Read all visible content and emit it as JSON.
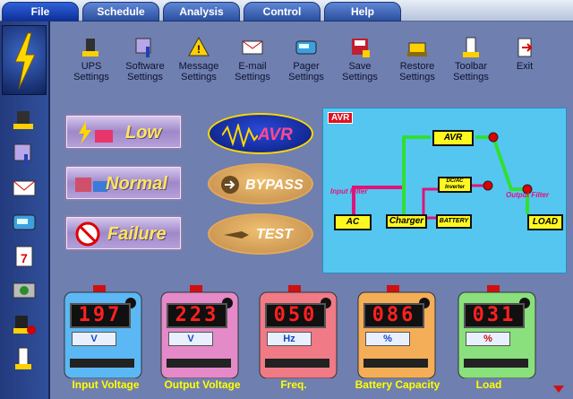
{
  "menu": {
    "tabs": [
      {
        "label": "File"
      },
      {
        "label": "Schedule"
      },
      {
        "label": "Analysis"
      },
      {
        "label": "Control"
      },
      {
        "label": "Help"
      }
    ]
  },
  "toolbar": {
    "items": [
      {
        "line1": "UPS",
        "line2": "Settings",
        "icon": "ups-settings-icon"
      },
      {
        "line1": "Software",
        "line2": "Settings",
        "icon": "software-settings-icon"
      },
      {
        "line1": "Message",
        "line2": "Settings",
        "icon": "message-settings-icon"
      },
      {
        "line1": "E-mail",
        "line2": "Settings",
        "icon": "email-settings-icon"
      },
      {
        "line1": "Pager",
        "line2": "Settings",
        "icon": "pager-settings-icon"
      },
      {
        "line1": "Save",
        "line2": "Settings",
        "icon": "save-settings-icon"
      },
      {
        "line1": "Restore",
        "line2": "Settings",
        "icon": "restore-settings-icon"
      },
      {
        "line1": "Toolbar",
        "line2": "Settings",
        "icon": "toolbar-settings-icon"
      },
      {
        "line1": "Exit",
        "line2": "",
        "icon": "exit-icon"
      }
    ]
  },
  "modes": {
    "low": "Low",
    "normal": "Normal",
    "failure": "Failure",
    "avr": "AVR",
    "bypass": "BYPASS",
    "test": "TEST"
  },
  "diagram": {
    "tag": "AVR",
    "avr": "AVR",
    "dcac": "DC/AC Inverter",
    "ac": "AC",
    "charger": "Charger",
    "battery": "BATTERY",
    "load": "LOAD",
    "input_filter": "Input Filter",
    "output_filter": "Output Filter"
  },
  "gauges": [
    {
      "value": "197",
      "unit": "V",
      "label": "Input Voltage",
      "color": "#5cb8f4"
    },
    {
      "value": "223",
      "unit": "V",
      "label": "Output Voltage",
      "color": "#e48ac8"
    },
    {
      "value": "050",
      "unit": "Hz",
      "label": "Freq.",
      "color": "#f07a86"
    },
    {
      "value": "086",
      "unit": "%",
      "label": "Battery Capacity",
      "color": "#f4ae58"
    },
    {
      "value": "031",
      "unit": "%",
      "label": "Load",
      "color": "#8ae07c"
    }
  ],
  "colors": {
    "accent": "#ffff00",
    "panel": "#6f7fb0"
  }
}
